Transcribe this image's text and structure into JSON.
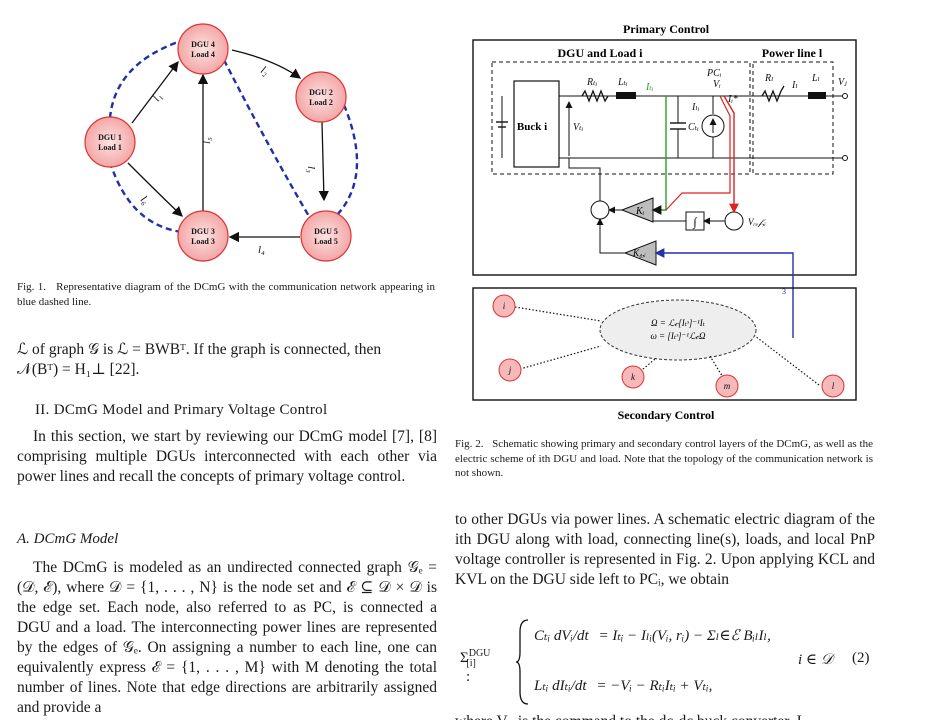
{
  "fig1": {
    "nodes": [
      {
        "line1": "DGU 1",
        "line2": "Load 1"
      },
      {
        "line1": "DGU 2",
        "line2": "Load 2"
      },
      {
        "line1": "DGU 3",
        "line2": "Load 3"
      },
      {
        "line1": "DGU 4",
        "line2": "Load 4"
      },
      {
        "line1": "DGU 5",
        "line2": "Load 5"
      }
    ],
    "edge_labels": [
      "l₁",
      "l₂",
      "l₃",
      "l₄",
      "l₅",
      "l₆"
    ],
    "caption_label": "Fig. 1.",
    "caption": "Representative diagram of the DCmG with the communication network appearing in blue dashed line."
  },
  "left": {
    "para_graph_line1": "ℒ of graph 𝒢 is ℒ = BWBᵀ. If the graph is connected, then",
    "para_graph_line2": "𝒩(Bᵀ) = H₁⊥ [22].",
    "section_heading": "II. DCmG Model and Primary Voltage Control",
    "section_intro": "In this section, we start by reviewing our DCmG model [7], [8] comprising multiple DGUs interconnected with each other via power lines and recall the concepts of primary voltage control.",
    "subsection_heading": "A. DCmG Model",
    "model_para": "The DCmG is modeled as an undirected connected graph 𝒢ₑ = (𝒟, ℰ), where 𝒟 = {1, . . . , N} is the node set and ℰ ⊆ 𝒟 × 𝒟 is the edge set. Each node, also referred to as PC, is connected a DGU and a load. The interconnecting power lines are represented by the edges of 𝒢ₑ. On assigning a number to each line, one can equivalently express ℰ = {1, . . . , M} with M denoting the total number of lines. Note that edge directions are arbitrarily assigned and provide a"
  },
  "fig2": {
    "primary_title": "Primary Control",
    "dgu_title": "DGU and Load i",
    "line_title": "Power line l",
    "buck_label": "Buck i",
    "secondary_title": "Secondary Control",
    "labels": {
      "Rti": "Rₜᵢ",
      "Lti": "Lₜᵢ",
      "Iti": "Iₜᵢ",
      "PCi": "PCᵢ",
      "Vi": "Vᵢ",
      "Rl": "Rₗ",
      "Il": "Iₗ",
      "Ll": "Lₗ",
      "Vj": "Vⱼ",
      "ILi": "Iₗᵢ",
      "Cti": "Cₜᵢ",
      "Vti": "Vₜᵢ",
      "Ki": "Kᵢ",
      "K4i": "K₄,ᵢ",
      "Vref": "Vᵣₑ𝒻,ᵢ",
      "integ": "∫",
      "Istar": "Iᵢ*",
      "num3": "3"
    },
    "eq1": "Ω = ℒ𝒸[Iₜˢ]⁻¹Iₜ",
    "eq2": "ω = [Iₜˢ]⁻¹ℒ𝒸Ω",
    "sec_nodes": [
      "i",
      "j",
      "k",
      "m",
      "l"
    ],
    "caption_label": "Fig. 2.",
    "caption": "Schematic showing primary and secondary control layers of the DCmG, as well as the electric scheme of ith DGU and load. Note that the topology of the communication network is not shown."
  },
  "right": {
    "para": "to other DGUs via power lines. A schematic electric diagram of the ith DGU along with load, connecting line(s), loads, and local PnP voltage controller is represented in Fig. 2. Upon applying KCL and KVL on the DGU side left to PCᵢ, we obtain",
    "eq_sigma": "Σ",
    "eq_sigma_sup": "DGU",
    "eq_sigma_sub": "[i]",
    "eq_colon": ":",
    "eq_row1_lhs": "Cₜᵢ dVᵢ/dt",
    "eq_row1_rhs": "= Iₜᵢ − Iₗᵢ(Vᵢ, rᵢ) − Σₗ∈ℰ BᵢₗIₗ,",
    "eq_row2_lhs": "Lₜᵢ dIₜᵢ/dt",
    "eq_row2_rhs": "= −Vᵢ − RₜᵢIₜᵢ + Vₜᵢ,",
    "eq_domain": "i ∈ 𝒟",
    "eq_number": "(2)",
    "trailing": "where Vₜᵢ is the command to the dc-dc buck converter, I"
  }
}
